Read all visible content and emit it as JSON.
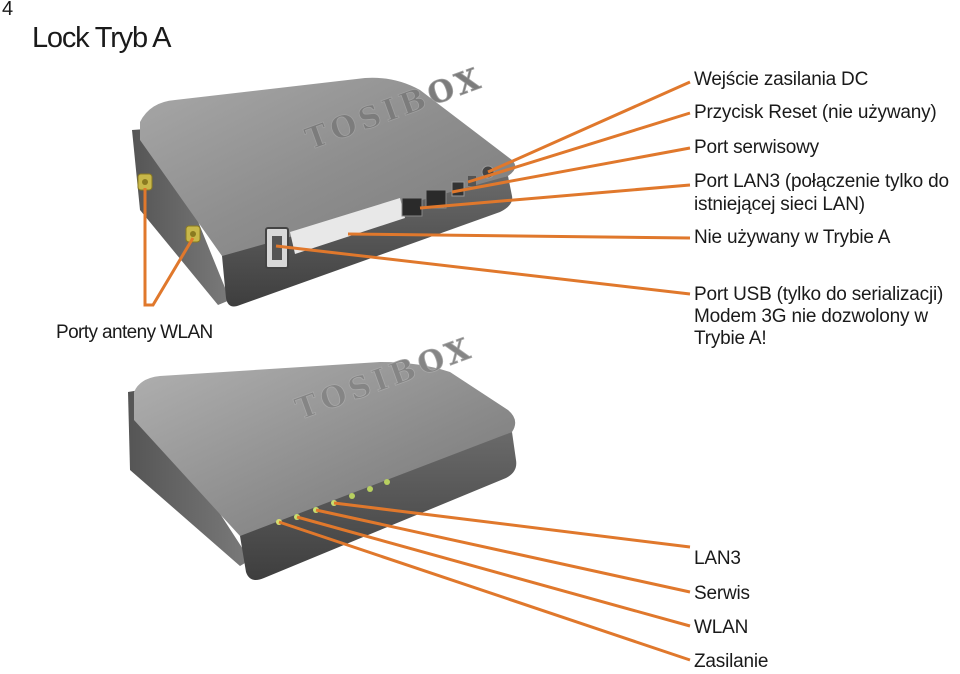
{
  "page_number": "4",
  "title": "Lock Tryb A",
  "device_logo": "TOSIBOX",
  "rear_labels": {
    "dc_input": "Wejście zasilania DC",
    "reset": "Przycisk Reset (nie używany)",
    "service_port": "Port serwisowy",
    "lan3_line1": "Port LAN3 (połączenie tylko do",
    "lan3_line2": "istniejącej sieci LAN)",
    "unused": "Nie używany w Trybie A",
    "usb": "Port USB (tylko do serializacji) Modem 3G nie dozwolony w Trybie A!",
    "wlan_antenna": "Porty anteny WLAN"
  },
  "led_labels": {
    "lan3": "LAN3",
    "service": "Serwis",
    "wlan": "WLAN",
    "power": "Zasilanie"
  },
  "colors": {
    "callout_line": "#e0782c",
    "device_body": "#8c8c8c",
    "antenna_connector": "#c8b84a"
  }
}
